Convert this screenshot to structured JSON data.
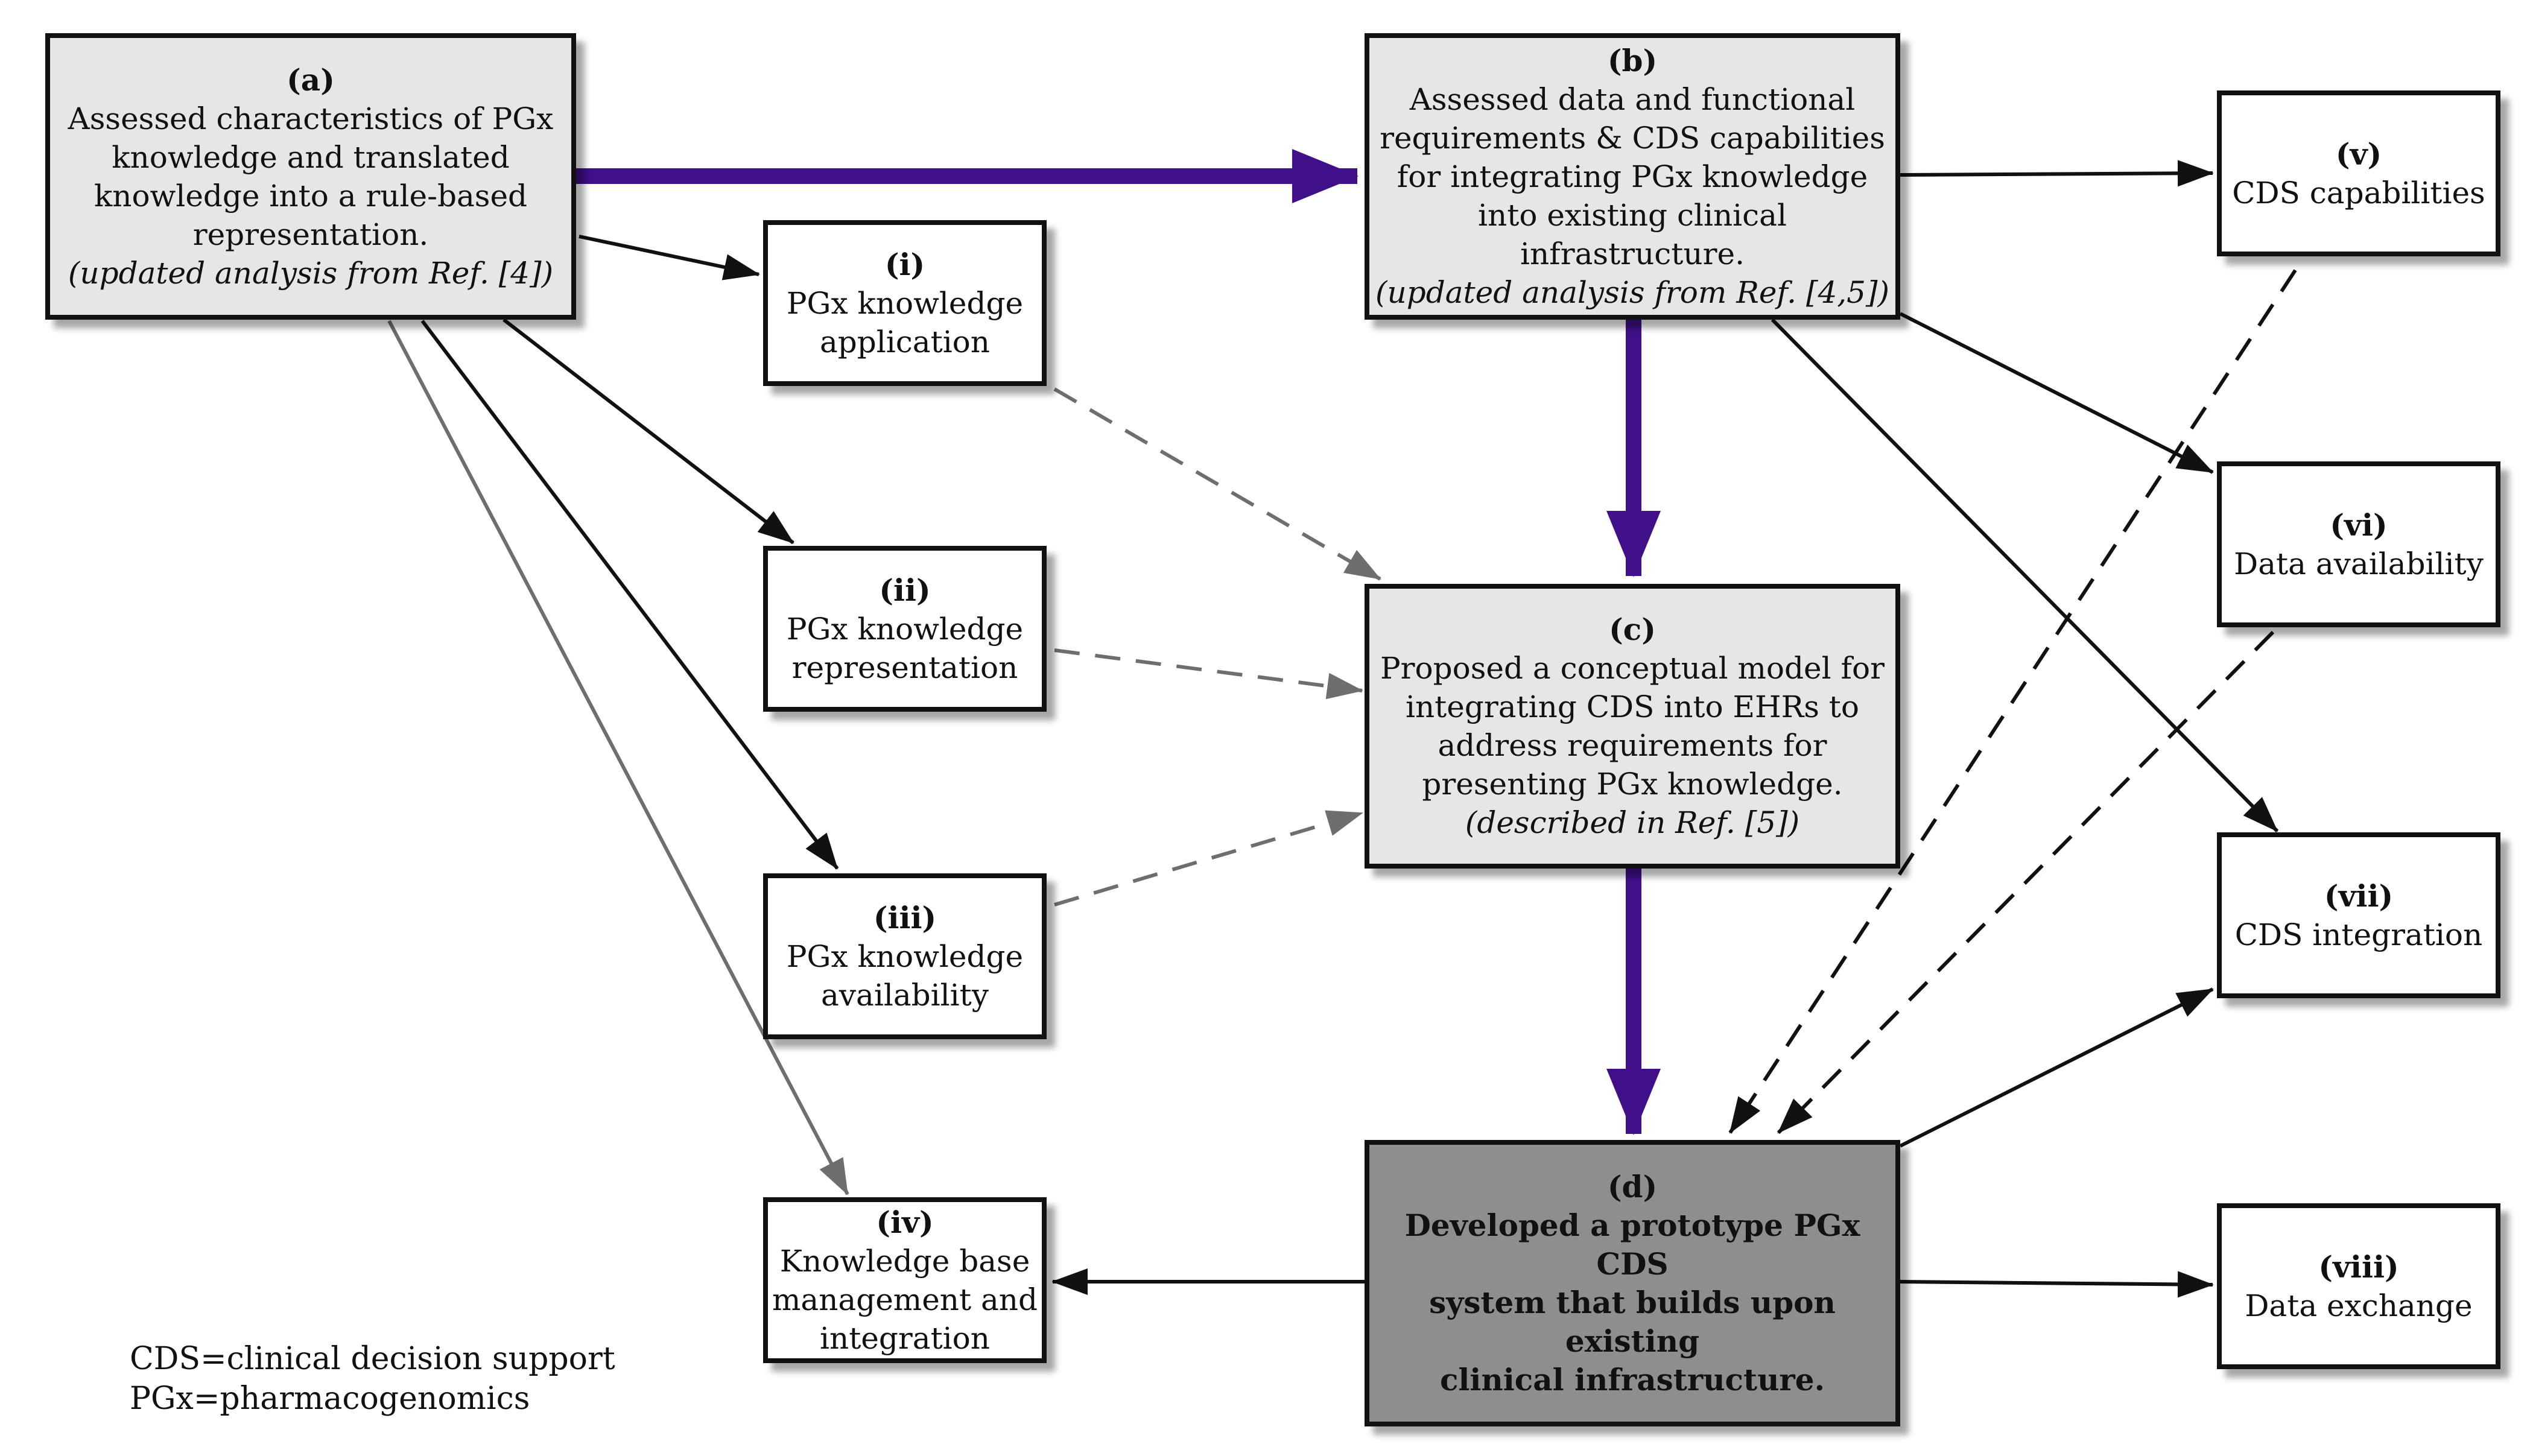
{
  "boxes": {
    "a": {
      "label": "(a)",
      "text": "Assessed characteristics of PGx\nknowledge and translated\nknowledge into a rule-based\nrepresentation.",
      "ref": "(updated analysis from Ref. [4])"
    },
    "b": {
      "label": "(b)",
      "text": "Assessed data and functional\nrequirements & CDS capabilities\nfor integrating PGx knowledge\ninto existing clinical infrastructure.",
      "ref": "(updated analysis from Ref. [4,5])"
    },
    "c": {
      "label": "(c)",
      "text": "Proposed a conceptual model for\nintegrating CDS into EHRs to\naddress requirements for\npresenting PGx knowledge.",
      "ref": "(described in Ref. [5])"
    },
    "d": {
      "label": "(d)",
      "text": "Developed a prototype PGx CDS\nsystem that builds upon existing\nclinical infrastructure."
    },
    "i": {
      "label": "(i)",
      "text": "PGx knowledge\napplication"
    },
    "ii": {
      "label": "(ii)",
      "text": "PGx knowledge\nrepresentation"
    },
    "iii": {
      "label": "(iii)",
      "text": "PGx knowledge\navailability"
    },
    "iv": {
      "label": "(iv)",
      "text": "Knowledge base\nmanagement and\nintegration"
    },
    "v": {
      "label": "(v)",
      "text": "CDS capabilities"
    },
    "vi": {
      "label": "(vi)",
      "text": "Data availability"
    },
    "vii": {
      "label": "(vii)",
      "text": "CDS integration"
    },
    "viii": {
      "label": "(viii)",
      "text": "Data exchange"
    }
  },
  "legend": {
    "cds": "CDS=clinical decision support",
    "pgx": "PGx=pharmacogenomics"
  },
  "colors": {
    "main_arrow": "#40108a",
    "solid_arrow": "#111111",
    "dashed_arrow": "#6e6e6e",
    "gray_box": "#e6e6e6",
    "dark_box": "#8e8e8e"
  }
}
